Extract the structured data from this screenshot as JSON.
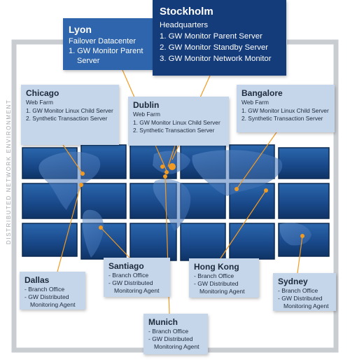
{
  "side_label": "DISTRIBUTED NETWORK ENVIRONMENT",
  "colors": {
    "hq_box": "#143b7a",
    "mid_box": "#2f65ad",
    "light_box": "#c6d6ea",
    "screen": "#1d4f91",
    "marker": "#f39a21",
    "frame_line": "#c9cdd2"
  },
  "stockholm": {
    "name": "Stockholm",
    "role": "Headquarters",
    "items": [
      "1. GW Monitor Parent Server",
      "2. GW Monitor Standby Server",
      "3. GW Monitor Network Monitor"
    ]
  },
  "lyon": {
    "name": "Lyon",
    "role": "Failover Datacenter",
    "items": [
      "1. GW Monitor Parent Server"
    ]
  },
  "chicago": {
    "name": "Chicago",
    "role": "Web Farm",
    "items": [
      "1. GW Monitor Linux Child Server",
      "2. Synthetic Transaction Server"
    ]
  },
  "dublin": {
    "name": "Dublin",
    "role": "Web Farm",
    "items": [
      "1. GW Monitor Linux Child Server",
      "2. Synthetic Transaction Server"
    ]
  },
  "bangalore": {
    "name": "Bangalore",
    "role": "Web Farm",
    "items": [
      "1. GW Monitor Linux Child Server",
      "2. Synthetic Transaction Server"
    ]
  },
  "dallas": {
    "name": "Dallas",
    "items": [
      "- Branch Office",
      "- GW Distributed Monitoring Agent"
    ]
  },
  "santiago": {
    "name": "Santiago",
    "items": [
      "- Branch Office",
      "- GW Distributed Monitoring Agent"
    ]
  },
  "hongkong": {
    "name": "Hong Kong",
    "items": [
      "- Branch Office",
      "- GW Distributed Monitoring Agent"
    ]
  },
  "sydney": {
    "name": "Sydney",
    "items": [
      "- Branch Office",
      "- GW Distributed Monitoring Agent"
    ]
  },
  "munich": {
    "name": "Munich",
    "items": [
      "- Branch Office",
      "- GW Distributed Monitoring Agent"
    ]
  }
}
